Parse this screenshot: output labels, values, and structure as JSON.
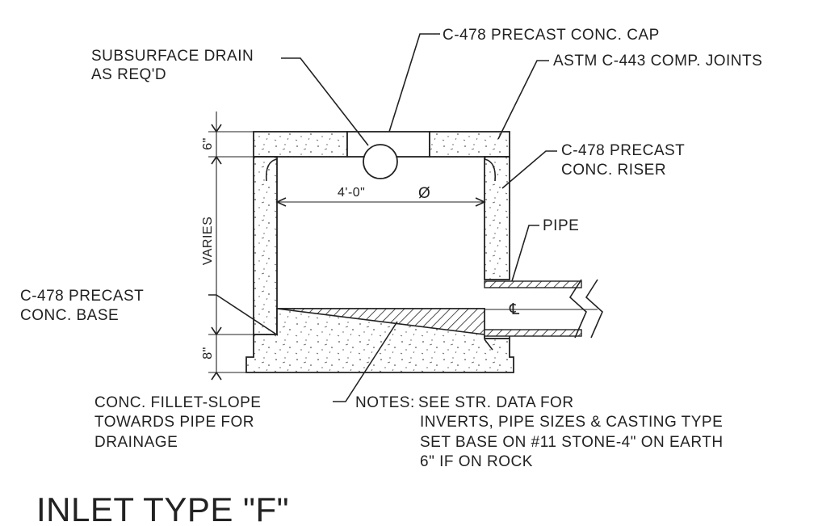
{
  "labels": {
    "cap": "C-478 PRECAST CONC. CAP",
    "drain_line1": "SUBSURFACE DRAIN",
    "drain_line2": "AS REQ'D",
    "joints": "ASTM C-443 COMP. JOINTS",
    "riser_line1": "C-478 PRECAST",
    "riser_line2": "CONC. RISER",
    "pipe": "PIPE",
    "base_line1": "C-478 PRECAST",
    "base_line2": "CONC. BASE",
    "fillet_line1": "CONC. FILLET-SLOPE",
    "fillet_line2": "TOWARDS PIPE FOR",
    "fillet_line3": "DRAINAGE"
  },
  "dimensions": {
    "diameter": "4'-0\"",
    "diameter_symbol": "Ø",
    "top": "6\"",
    "middle": "VARIES",
    "bottom": "8\""
  },
  "centerline_symbol": "℄",
  "notes": {
    "heading": "NOTES:",
    "line1": "SEE STR. DATA FOR",
    "line2": "INVERTS, PIPE SIZES & CASTING TYPE",
    "line3": "SET BASE ON #11 STONE-4\" ON EARTH",
    "line4": "6\" IF ON ROCK"
  },
  "title": "INLET TYPE \"F\""
}
